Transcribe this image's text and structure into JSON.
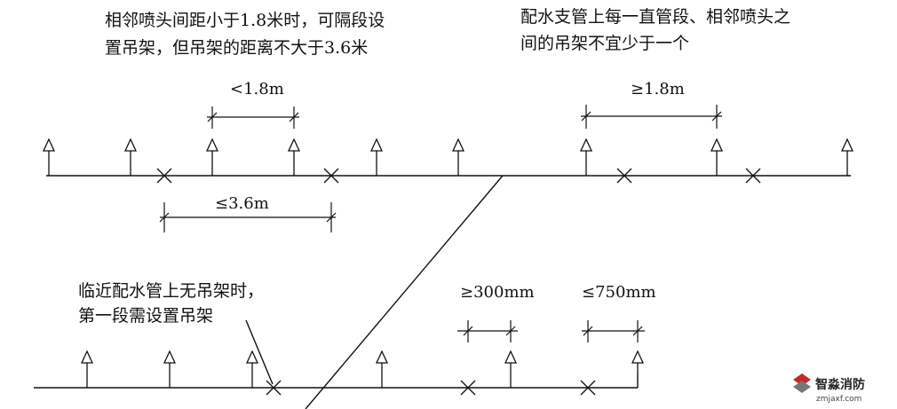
{
  "notes": {
    "top_left": [
      "相邻喷头间距小于1.8米时，可隔段设",
      "置吊架，但吊架的距离不大于3.6米"
    ],
    "top_right": [
      "配水支管上每一直管段、相邻喷头之",
      "间的吊架不宜少于一个"
    ],
    "bottom_left": [
      "临近配水管上无吊架时，",
      "第一段需设置吊架"
    ]
  },
  "dimensions": {
    "lt_1_8": "<1.8m",
    "le_3_6": "≤3.6m",
    "ge_1_8": "≥1.8m",
    "ge_300": "≥300mm",
    "le_750": "≤750mm"
  },
  "watermark": {
    "name": "智淼消防",
    "site": "zmjaxf.com"
  },
  "colors": {
    "line": "#111111",
    "logo_red": "#c62828",
    "logo_gray": "#777777"
  }
}
